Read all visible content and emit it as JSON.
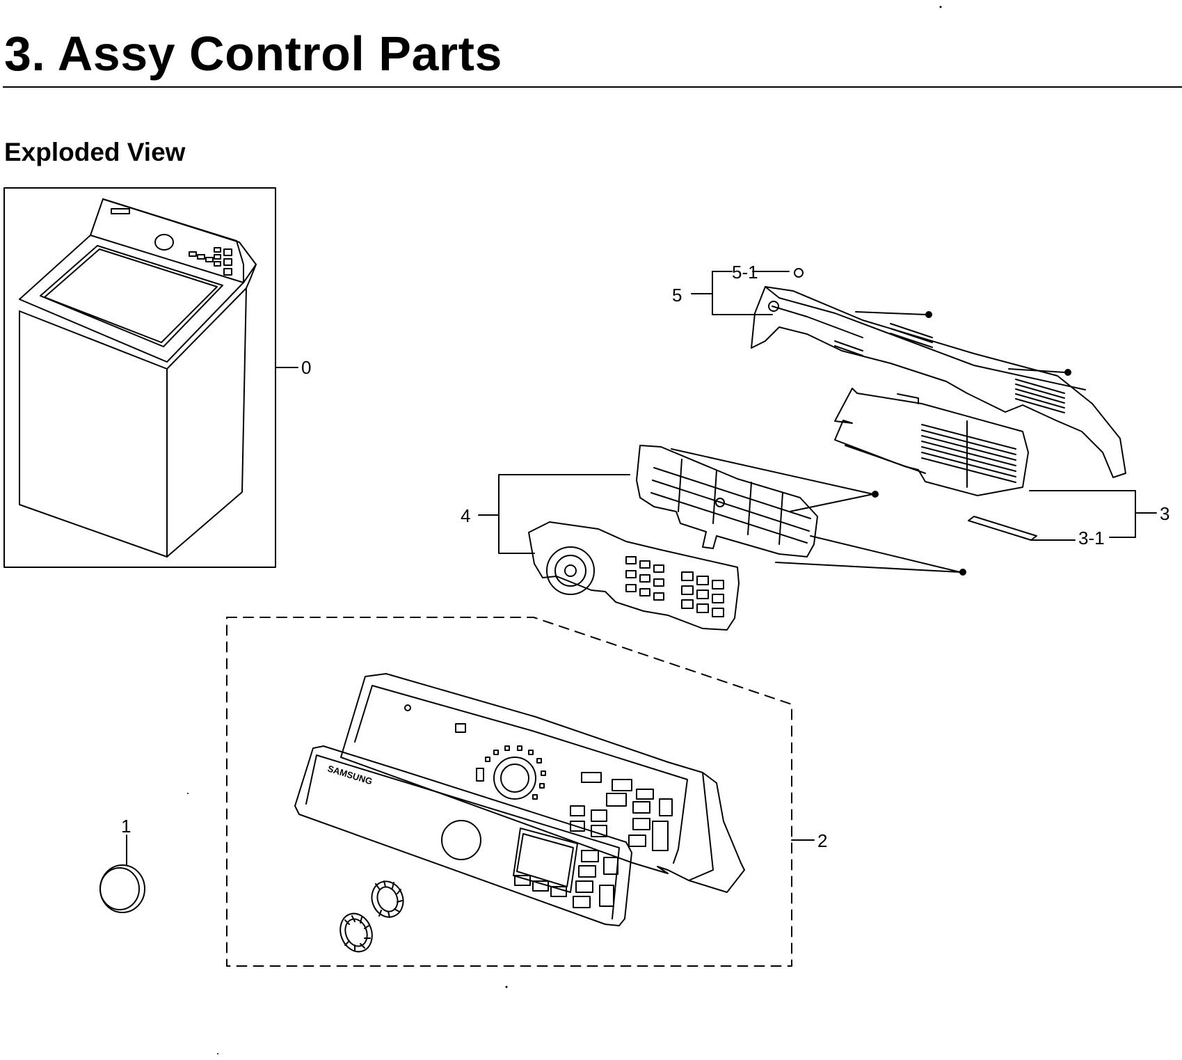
{
  "header": {
    "title": "3.  Assy Control Parts",
    "subtitle": "Exploded View"
  },
  "diagram": {
    "callouts": [
      {
        "id": "0",
        "label": "0"
      },
      {
        "id": "1",
        "label": "1"
      },
      {
        "id": "2",
        "label": "2"
      },
      {
        "id": "3",
        "label": "3"
      },
      {
        "id": "3-1",
        "label": "3-1"
      },
      {
        "id": "4",
        "label": "4"
      },
      {
        "id": "5",
        "label": "5"
      },
      {
        "id": "5-1",
        "label": "5-1"
      }
    ],
    "brand_mark": "SAMSUNG"
  }
}
